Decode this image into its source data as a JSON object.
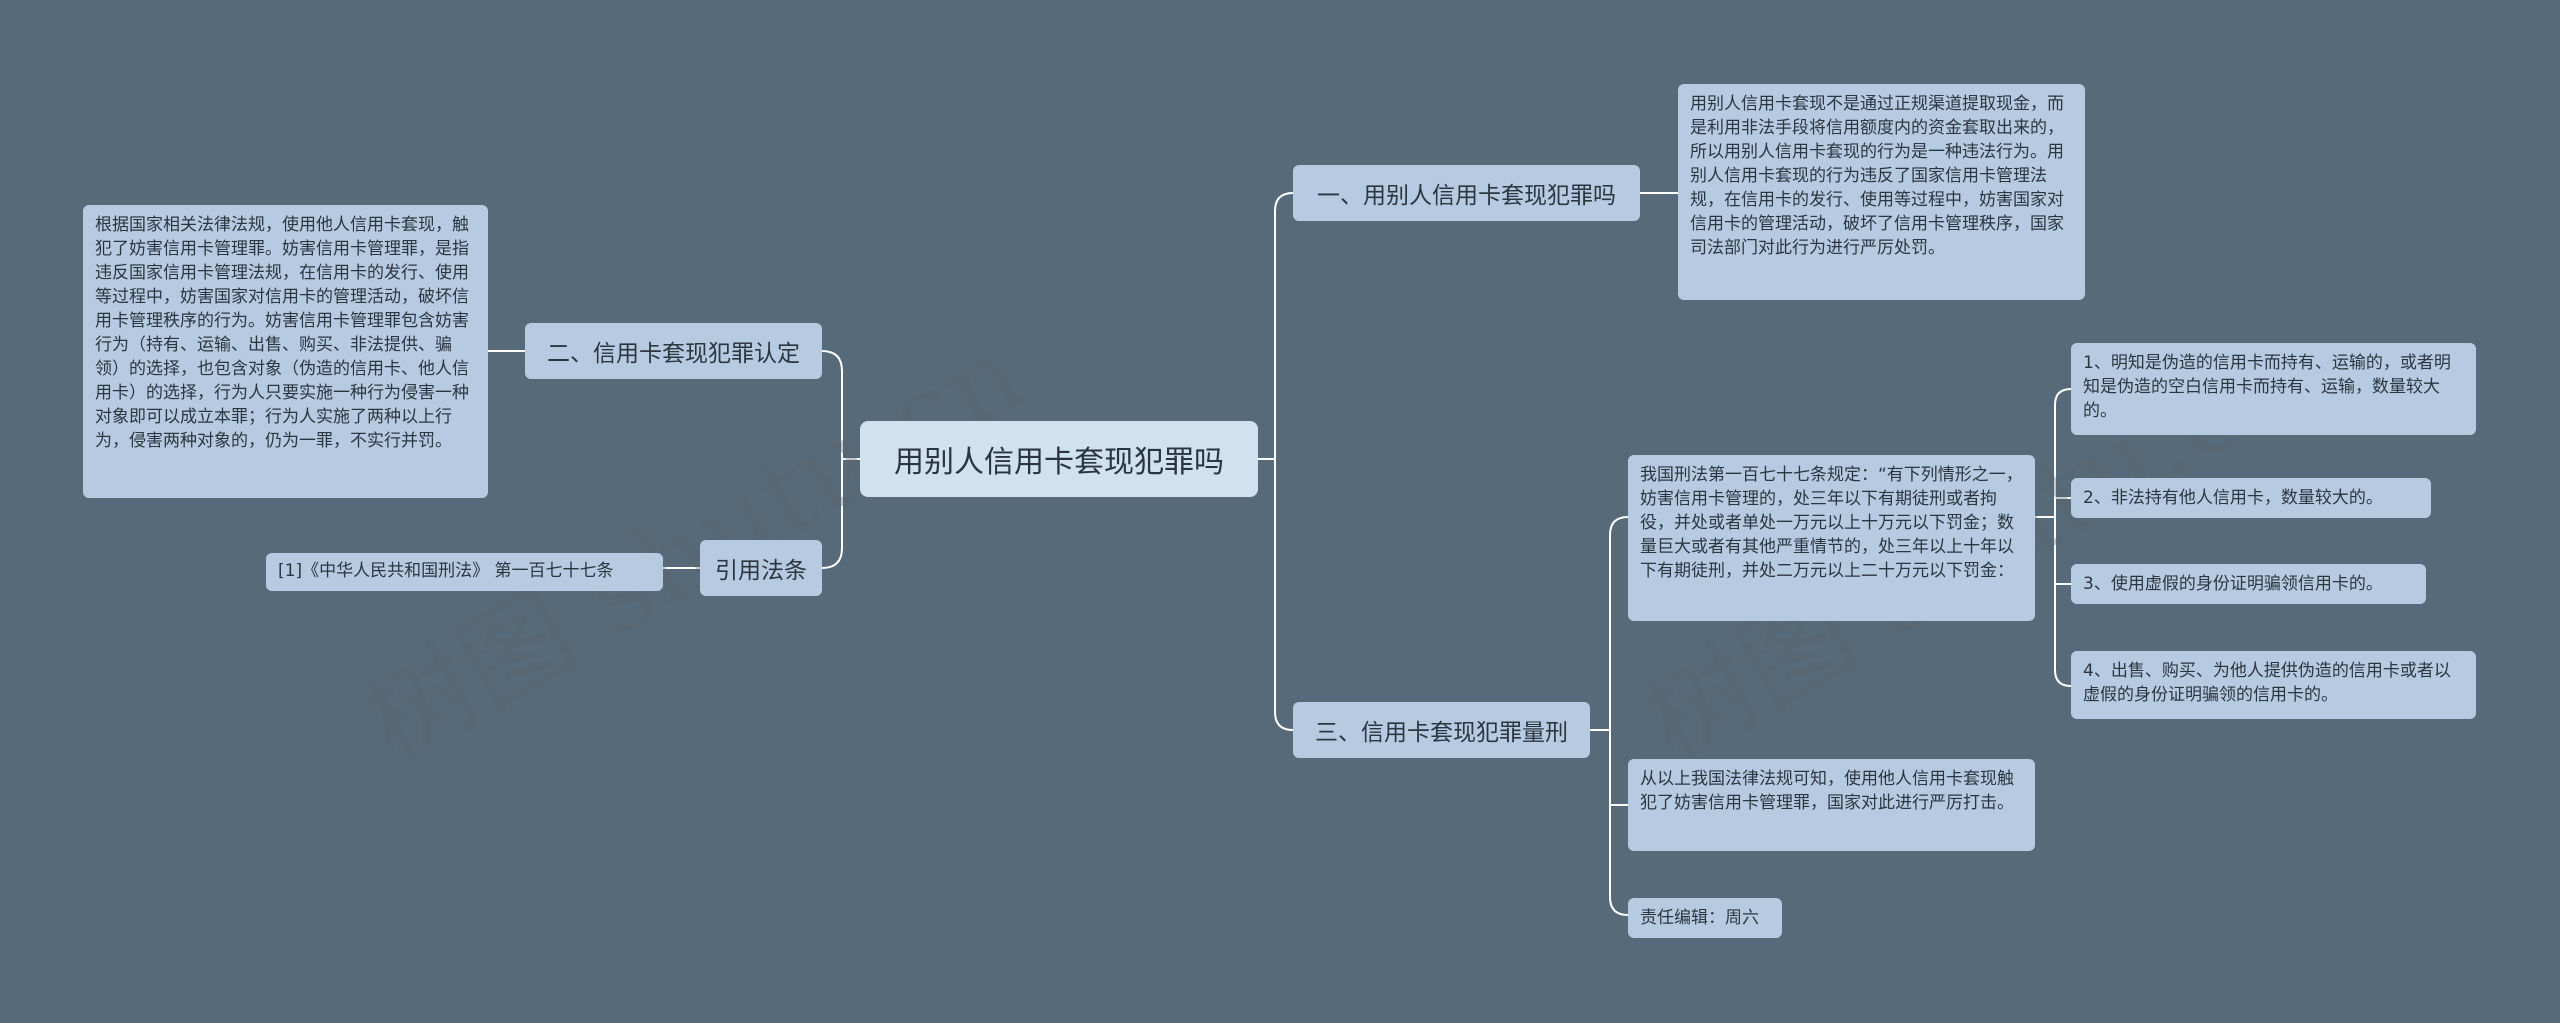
{
  "root": "用别人信用卡套现犯罪吗",
  "branches": {
    "b1": {
      "label": "一、用别人信用卡套现犯罪吗",
      "detail": "用别人信用卡套现不是通过正规渠道提取现金，而是利用非法手段将信用额度内的资金套取出来的，所以用别人信用卡套现的行为是一种违法行为。用别人信用卡套现的行为违反了国家信用卡管理法规，在信用卡的发行、使用等过程中，妨害国家对信用卡的管理活动，破坏了信用卡管理秩序，国家司法部门对此行为进行严厉处罚。"
    },
    "b2": {
      "label": "二、信用卡套现犯罪认定",
      "detail": "根据国家相关法律法规，使用他人信用卡套现，触犯了妨害信用卡管理罪。妨害信用卡管理罪，是指违反国家信用卡管理法规，在信用卡的发行、使用等过程中，妨害国家对信用卡的管理活动，破坏信用卡管理秩序的行为。妨害信用卡管理罪包含妨害行为（持有、运输、出售、购买、非法提供、骗领）的选择，也包含对象（伪造的信用卡、他人信用卡）的选择，行为人只要实施一种行为侵害一种对象即可以成立本罪；行为人实施了两种以上行为，侵害两种对象的，仍为一罪，不实行并罚。"
    },
    "b3": {
      "label": "引用法条",
      "detail": "[1]《中华人民共和国刑法》 第一百七十七条"
    },
    "b4": {
      "label": "三、信用卡套现犯罪量刑",
      "law": "我国刑法第一百七十七条规定：“有下列情形之一，妨害信用卡管理的，处三年以下有期徒刑或者拘役，并处或者单处一万元以上十万元以下罚金；数量巨大或者有其他严重情节的，处三年以上十年以下有期徒刑，并处二万元以上二十万元以下罚金：",
      "items": [
        "1、明知是伪造的信用卡而持有、运输的，或者明知是伪造的空白信用卡而持有、运输，数量较大的。",
        "2、非法持有他人信用卡，数量较大的。",
        "3、使用虚假的身份证明骗领信用卡的。",
        "4、出售、购买、为他人提供伪造的信用卡或者以虚假的身份证明骗领的信用卡的。"
      ],
      "conclusion": "从以上我国法律法规可知，使用他人信用卡套现触犯了妨害信用卡管理罪，国家对此进行严厉打击。",
      "editor": "责任编辑：周六"
    }
  },
  "watermark": "树图 shutu.cn",
  "colors": {
    "background": "#566a79",
    "node": "#b6cbe2",
    "root": "#d0e1f0",
    "line": "#ffffff"
  }
}
